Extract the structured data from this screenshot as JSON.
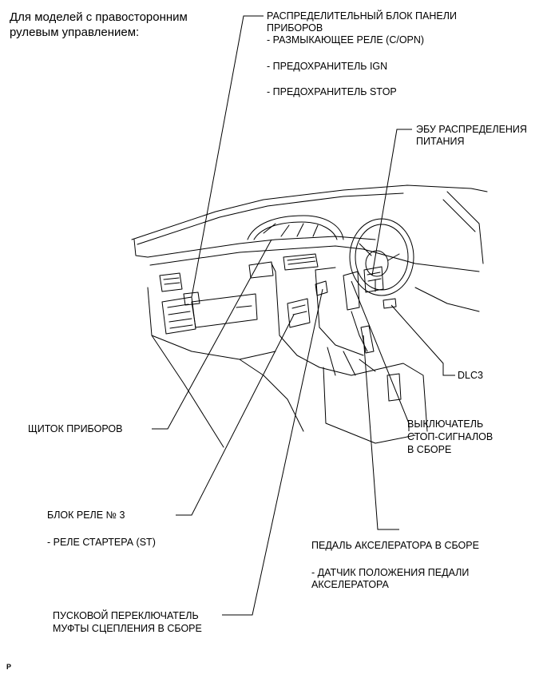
{
  "title": "Для моделей с правосторонним рулевым управлением:",
  "labels": {
    "panel_block": {
      "line1": "РАСПРЕДЕЛИТЕЛЬНЫЙ БЛОК ПАНЕЛИ",
      "line2": "ПРИБОРОВ",
      "item1": "- РАЗМЫКАЮЩЕЕ РЕЛЕ (C/OPN)",
      "item2": "- ПРЕДОХРАНИТЕЛЬ IGN",
      "item3": "- ПРЕДОХРАНИТЕЛЬ STOP"
    },
    "power_ecu": {
      "line1": "ЭБУ РАСПРЕДЕЛЕНИЯ",
      "line2": "ПИТАНИЯ"
    },
    "dlc3": "DLC3",
    "stop_switch": {
      "line1": "ВЫКЛЮЧАТЕЛЬ",
      "line2": "СТОП-СИГНАЛОВ",
      "line3": "В СБОРЕ"
    },
    "accel_pedal": {
      "line1": "ПЕДАЛЬ АКСЕЛЕРАТОРА В СБОРЕ",
      "item1": "- ДАТЧИК ПОЛОЖЕНИЯ ПЕДАЛИ",
      "item2": "АКСЕЛЕРАТОРА"
    },
    "instrument_cluster": "ЩИТОК ПРИБОРОВ",
    "relay_block3": {
      "line1": "БЛОК РЕЛЕ № 3",
      "item1": "- РЕЛЕ СТАРТЕРА (ST)"
    },
    "clutch_switch": {
      "line1": "ПУСКОВОЙ ПЕРЕКЛЮЧАТЕЛЬ",
      "line2": "МУФТЫ СЦЕПЛЕНИЯ В СБОРЕ"
    }
  },
  "corner_mark": "P"
}
